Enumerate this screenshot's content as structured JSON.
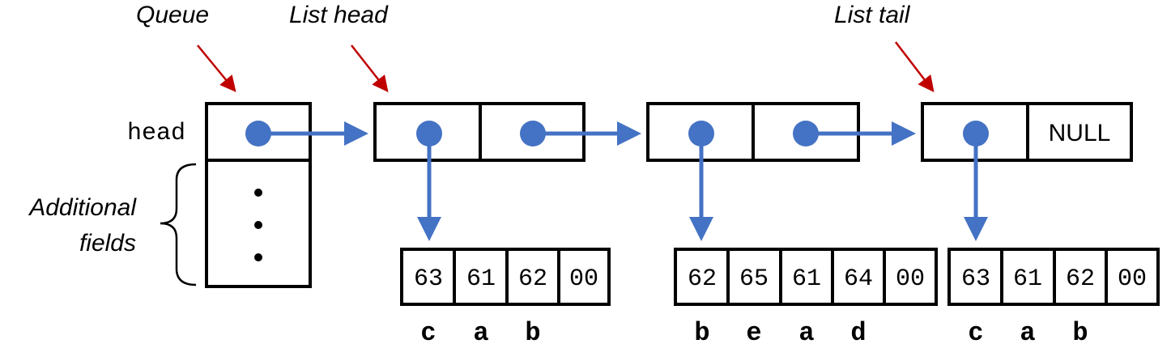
{
  "labels": {
    "queue": "Queue",
    "list_head": "List head",
    "list_tail": "List tail",
    "head_field": "head",
    "additional_fields": [
      "Additional",
      "fields"
    ],
    "null": "NULL"
  },
  "strings": [
    {
      "bytes": [
        "63",
        "61",
        "62",
        "00"
      ],
      "chars": [
        "c",
        "a",
        "b"
      ]
    },
    {
      "bytes": [
        "62",
        "65",
        "61",
        "64",
        "00"
      ],
      "chars": [
        "b",
        "e",
        "a",
        "d"
      ]
    },
    {
      "bytes": [
        "63",
        "61",
        "62",
        "00"
      ],
      "chars": [
        "c",
        "a",
        "b"
      ]
    }
  ],
  "colors": {
    "pointer": "#4472C4",
    "annotation_arrow": "#C00000"
  }
}
